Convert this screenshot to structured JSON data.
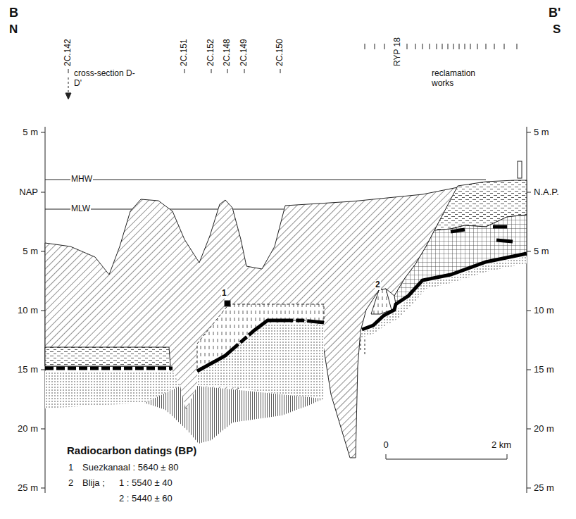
{
  "diagram": {
    "labels": [
      "B",
      "N",
      "B'",
      "S",
      "2C.142",
      "2C.151",
      "2C.152",
      "2C.148",
      "2C.149",
      "2C.150",
      "RYP 18",
      "cross-section D-D'",
      "reclamation works",
      "5 m",
      "NAP",
      "5 m",
      "10 m",
      "15 m",
      "20 m",
      "25 m",
      "5 m",
      "N.A.P.",
      "5 m",
      "10 m",
      "15 m",
      "20 m",
      "25 m",
      "MHW",
      "MLW",
      "1",
      "2",
      "Radiocarbon datings (BP)",
      "1",
      "Suezkanaal : 5640 ± 80",
      "2",
      "Blija ;",
      "1 : 5540 ± 40",
      "2 : 5440 ± 60",
      "0",
      "2 km"
    ]
  }
}
